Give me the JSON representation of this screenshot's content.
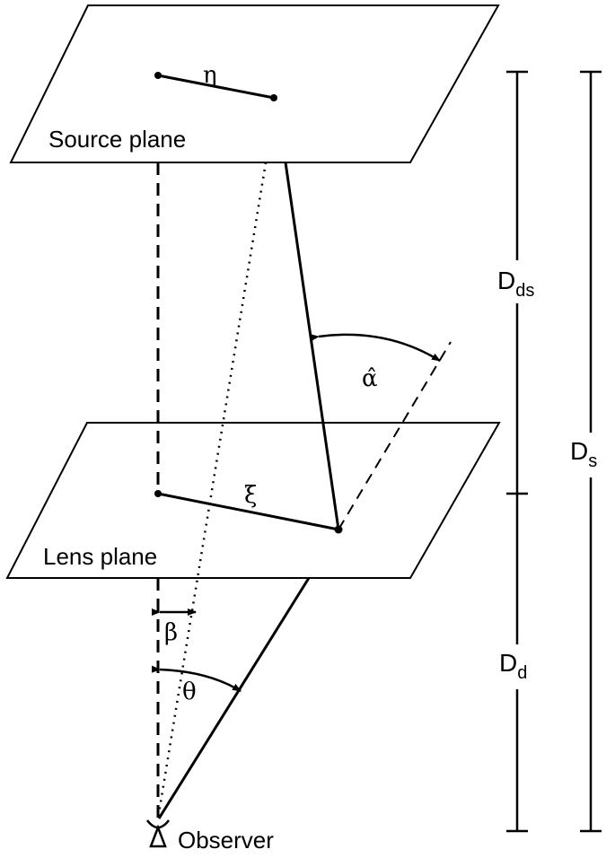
{
  "planes": {
    "source": "Source plane",
    "lens": "Lens plane"
  },
  "observer": "Observer",
  "symbols": {
    "eta": "η",
    "xi": "ξ",
    "alpha_hat": "α̂",
    "beta": "β",
    "theta": "θ"
  },
  "distances": {
    "d_ds": {
      "main": "D",
      "sub": "ds"
    },
    "d_s": {
      "main": "D",
      "sub": "s"
    },
    "d_d": {
      "main": "D",
      "sub": "d"
    }
  },
  "colors": {
    "ink": "#000000",
    "background": "#ffffff"
  }
}
